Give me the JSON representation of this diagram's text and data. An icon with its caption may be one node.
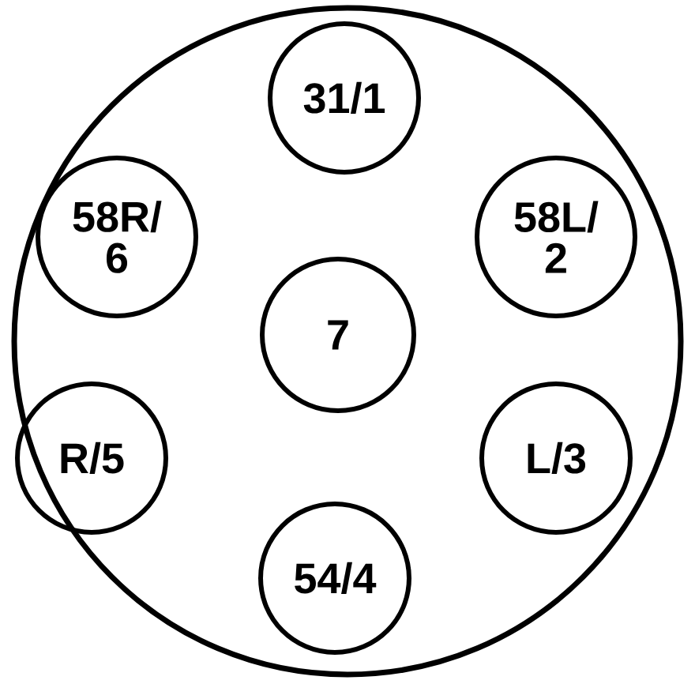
{
  "diagram": {
    "nodes": [
      {
        "text": [],
        "shape": "circle"
      },
      {
        "text": [
          "31/1"
        ],
        "in": 0
      },
      {
        "text": [
          "58R/ 6"
        ],
        "in": 0
      },
      {
        "text": [
          "58L/ 2"
        ],
        "in": 0
      },
      {
        "text": [
          "7"
        ],
        "in": 0
      },
      {
        "text": [
          "R/5"
        ],
        "in": 0
      },
      {
        "text": [
          "L/3"
        ],
        "in": 0
      },
      {
        "text": [
          "54/4"
        ],
        "in": 0
      }
    ]
  }
}
